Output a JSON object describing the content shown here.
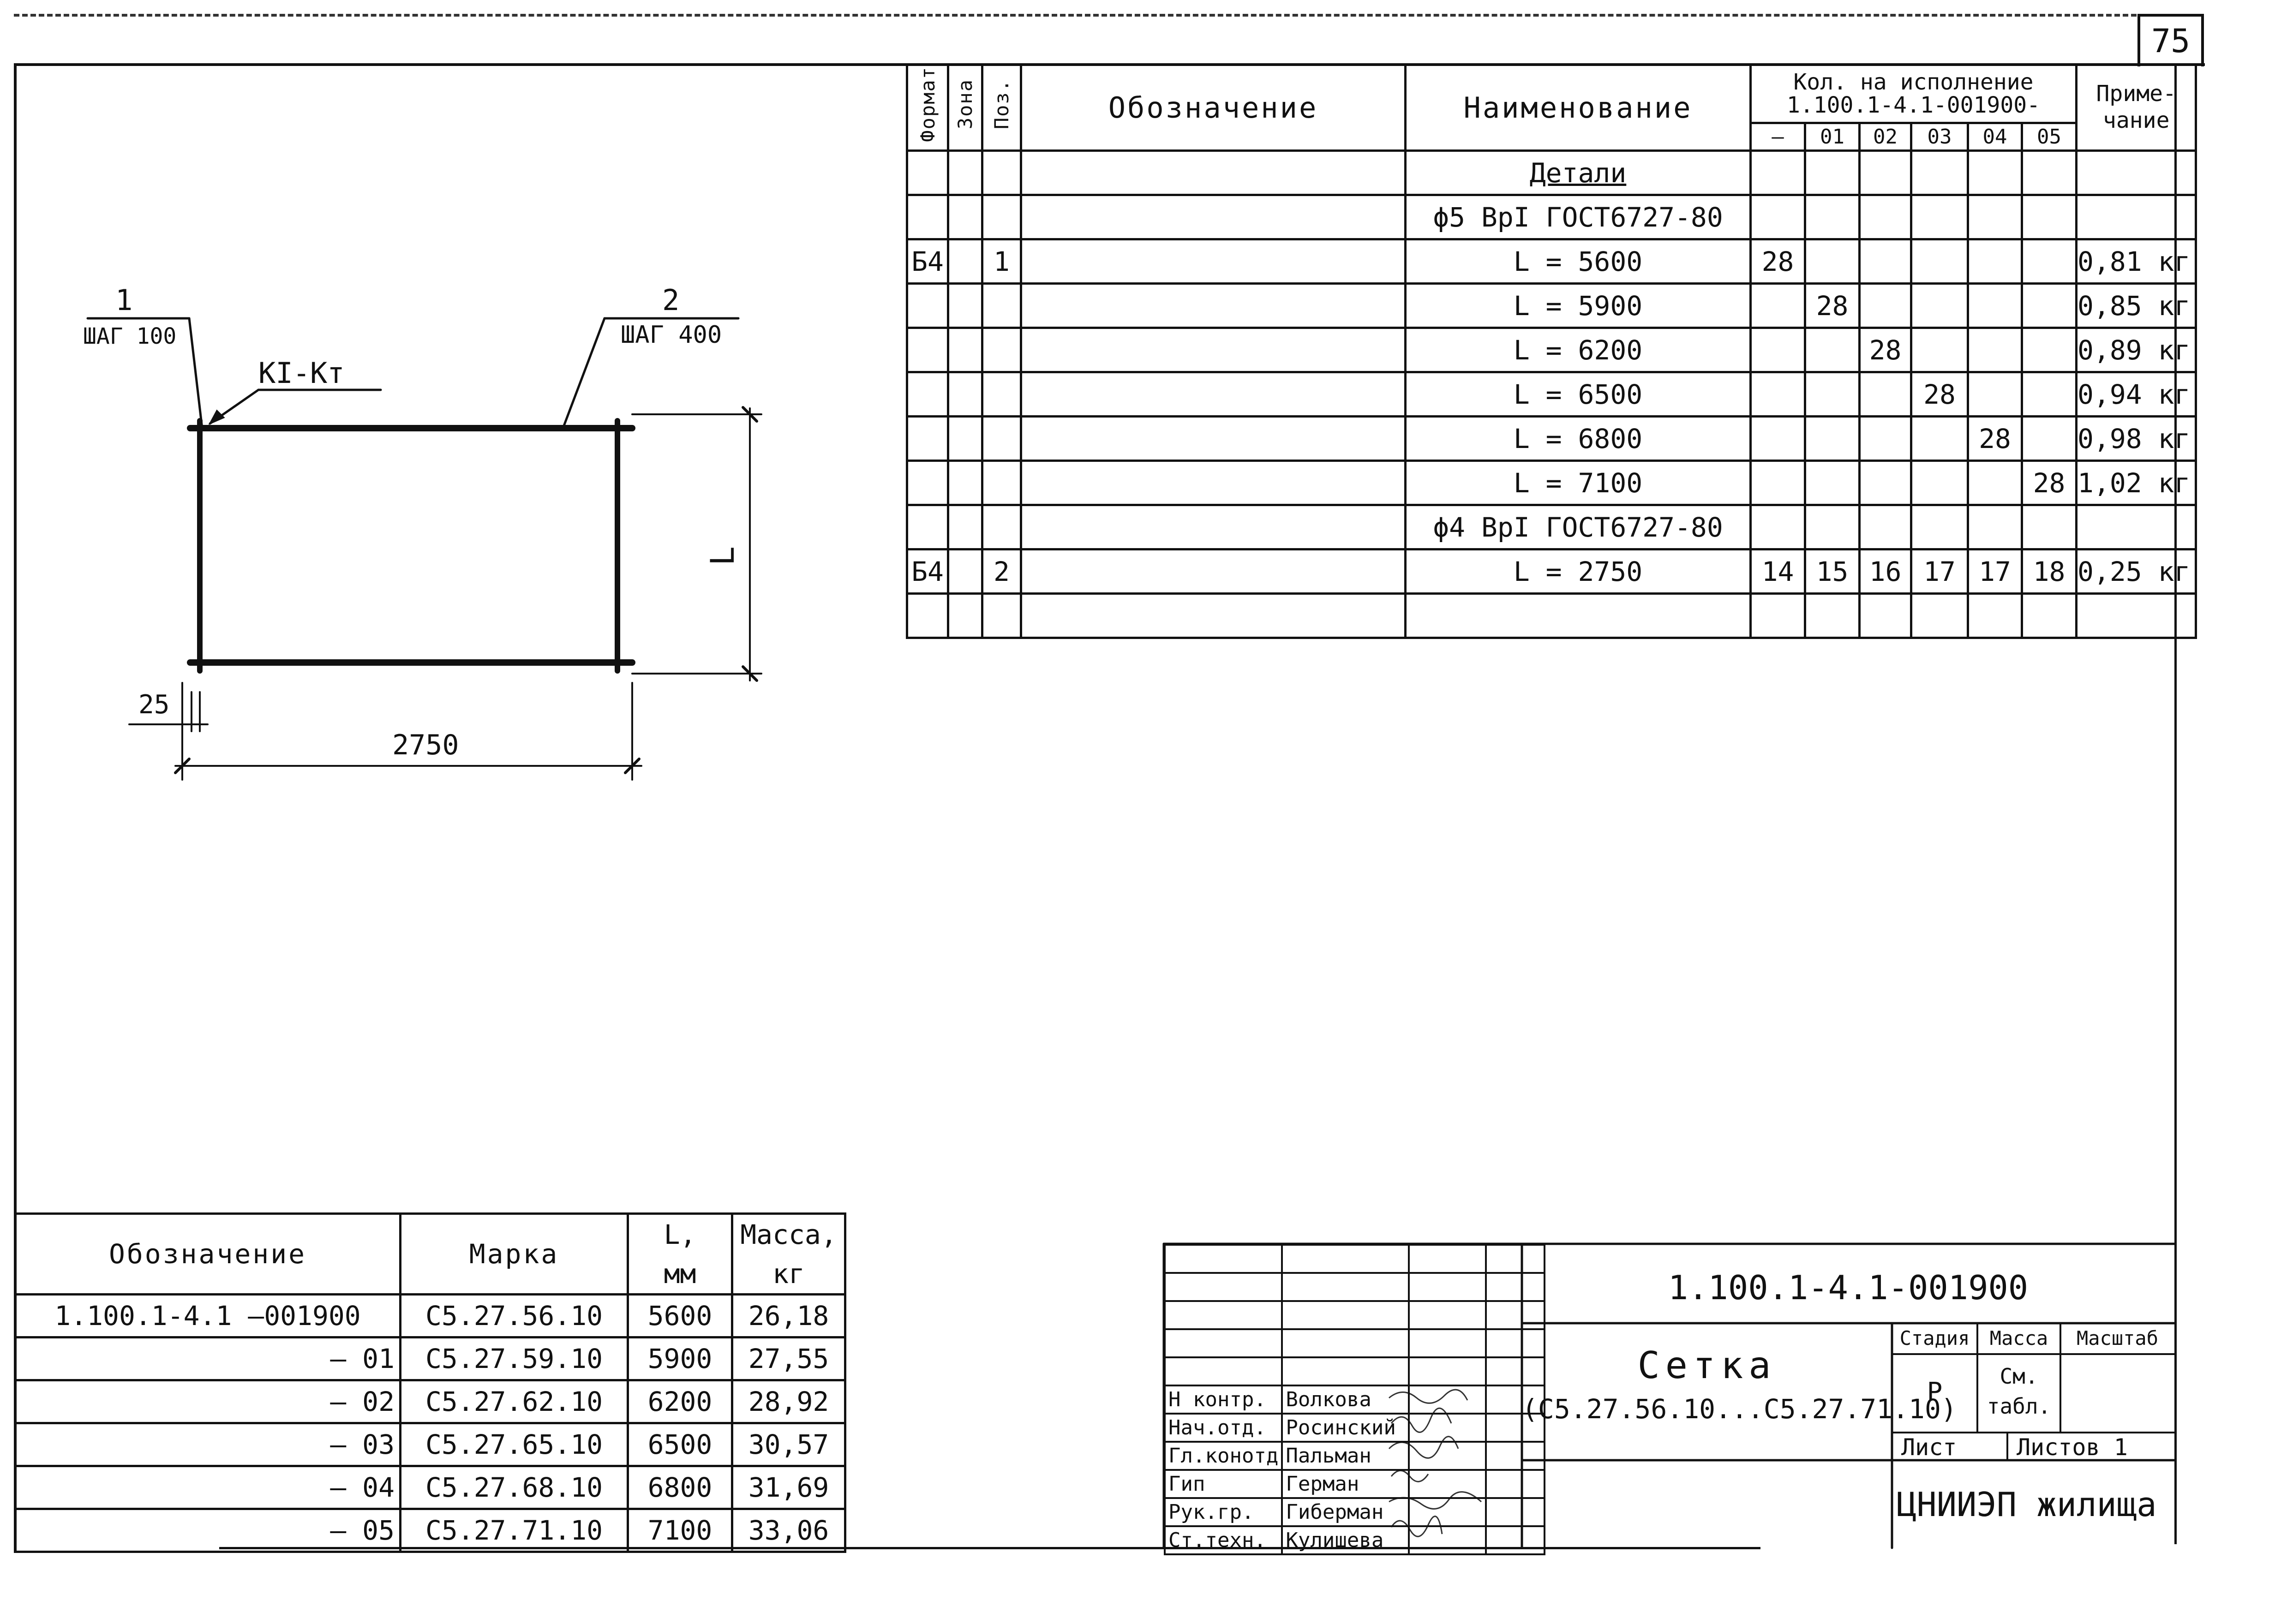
{
  "sheet_number": "75",
  "drawing": {
    "pos1_label": "1",
    "pos1_step": "ШАГ 100",
    "pos2_label": "2",
    "pos2_step": "ШАГ 400",
    "weld_label": "KI-Kт",
    "dim_L": "L",
    "dim_25": "25",
    "dim_2750": "2750"
  },
  "spec_table": {
    "headers": {
      "format": "Формат",
      "zone": "Зона",
      "pos": "Поз.",
      "designation": "Обозначение",
      "name": "Наименование",
      "qty_title_line1": "Кол. на исполнение",
      "qty_title_line2": "1.100.1-4.1-001900-",
      "note_line1": "Приме-",
      "note_line2": "чание",
      "variants": [
        "—",
        "01",
        "02",
        "03",
        "04",
        "05"
      ]
    },
    "rows": [
      {
        "format": "",
        "pos": "",
        "name": "Детали",
        "underline": true,
        "qty": [
          "",
          "",
          "",
          "",
          "",
          ""
        ],
        "note": ""
      },
      {
        "format": "",
        "pos": "",
        "name": "ϕ5 BpI ГОСТ6727-80",
        "qty": [
          "",
          "",
          "",
          "",
          "",
          ""
        ],
        "note": ""
      },
      {
        "format": "Б4",
        "pos": "1",
        "name": "L = 5600",
        "qty": [
          "28",
          "",
          "",
          "",
          "",
          ""
        ],
        "note": "0,81 кг"
      },
      {
        "format": "",
        "pos": "",
        "name": "L = 5900",
        "qty": [
          "",
          "28",
          "",
          "",
          "",
          ""
        ],
        "note": "0,85 кг"
      },
      {
        "format": "",
        "pos": "",
        "name": "L = 6200",
        "qty": [
          "",
          "",
          "28",
          "",
          "",
          ""
        ],
        "note": "0,89 кг"
      },
      {
        "format": "",
        "pos": "",
        "name": "L = 6500",
        "qty": [
          "",
          "",
          "",
          "28",
          "",
          ""
        ],
        "note": "0,94 кг"
      },
      {
        "format": "",
        "pos": "",
        "name": "L = 6800",
        "qty": [
          "",
          "",
          "",
          "",
          "28",
          ""
        ],
        "note": "0,98 кг"
      },
      {
        "format": "",
        "pos": "",
        "name": "L = 7100",
        "qty": [
          "",
          "",
          "",
          "",
          "",
          "28"
        ],
        "note": "1,02 кг"
      },
      {
        "format": "",
        "pos": "",
        "name": "ϕ4 BpI ГОСТ6727-80",
        "qty": [
          "",
          "",
          "",
          "",
          "",
          ""
        ],
        "note": ""
      },
      {
        "format": "Б4",
        "pos": "2",
        "name": "L = 2750",
        "qty": [
          "14",
          "15",
          "16",
          "17",
          "17",
          "18"
        ],
        "note": "0,25 кг"
      },
      {
        "format": "",
        "pos": "",
        "name": "",
        "qty": [
          "",
          "",
          "",
          "",
          "",
          ""
        ],
        "note": ""
      }
    ]
  },
  "marks_table": {
    "headers": {
      "designation": "Обозначение",
      "mark": "Марка",
      "length_line1": "L,",
      "length_line2": "мм",
      "mass_line1": "Масса,",
      "mass_line2": "кг"
    },
    "rows": [
      {
        "designation": "1.100.1-4.1 —001900",
        "mark": "С5.27.56.10",
        "length": "5600",
        "mass": "26,18"
      },
      {
        "designation": "— 01",
        "mark": "С5.27.59.10",
        "length": "5900",
        "mass": "27,55"
      },
      {
        "designation": "— 02",
        "mark": "С5.27.62.10",
        "length": "6200",
        "mass": "28,92"
      },
      {
        "designation": "— 03",
        "mark": "С5.27.65.10",
        "length": "6500",
        "mass": "30,57"
      },
      {
        "designation": "— 04",
        "mark": "С5.27.68.10",
        "length": "6800",
        "mass": "31,69"
      },
      {
        "designation": "— 05",
        "mark": "С5.27.71.10",
        "length": "7100",
        "mass": "33,06"
      }
    ]
  },
  "title_block": {
    "document_code": "1.100.1-4.1-001900",
    "title": "Сетка",
    "subtitle": "(С5.27.56.10...С5.27.71.10)",
    "stage_header": "Стадия",
    "mass_header": "Масса",
    "scale_header": "Масштаб",
    "stage_value": "Р",
    "mass_value_line1": "См.",
    "mass_value_line2": "табл.",
    "sheet_label": "Лист",
    "sheets_label": "Листов 1",
    "organization": "ЦНИИЭП жилища",
    "signatures": [
      {
        "role": "Н контр.",
        "name": "Волкова"
      },
      {
        "role": "Нач.отд.",
        "name": "Росинский"
      },
      {
        "role": "Гл.конотд",
        "name": "Пальман"
      },
      {
        "role": "Гип",
        "name": "Герман"
      },
      {
        "role": "Рук.гр.",
        "name": "Гиберман"
      },
      {
        "role": "Ст.техн.",
        "name": "Кулишева"
      }
    ]
  }
}
